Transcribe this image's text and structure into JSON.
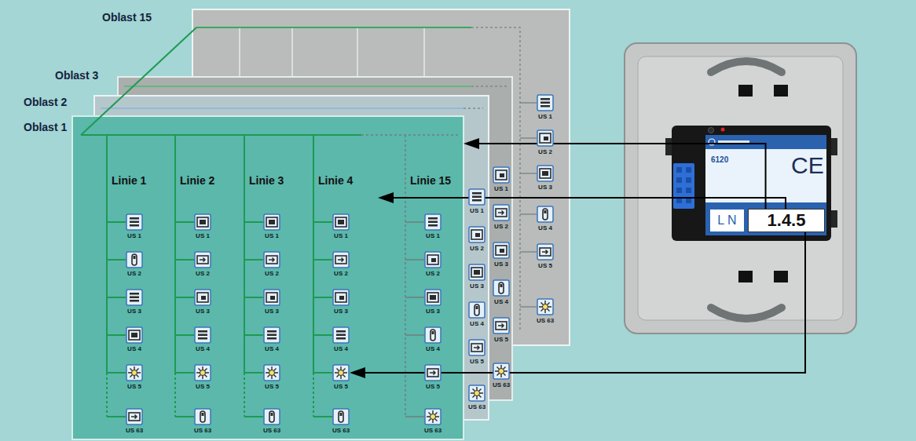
{
  "diagram": {
    "nodes": [
      {
        "text": [
          "Oblast 15"
        ]
      },
      {
        "text": [
          "Oblast 3"
        ]
      },
      {
        "text": [
          "Oblast 2"
        ]
      },
      {
        "text": [
          "Oblast 1"
        ]
      },
      {
        "text": [
          "Linie 1"
        ],
        "in": 3
      },
      {
        "text": [
          "Linie 2"
        ],
        "in": 3
      },
      {
        "text": [
          "Linie 3"
        ],
        "in": 3
      },
      {
        "text": [
          "Linie 4"
        ],
        "in": 3
      },
      {
        "text": [
          "Linie 15"
        ],
        "in": 3
      },
      {
        "text": [
          "US 1"
        ],
        "in": 4
      },
      {
        "text": [
          "US 2"
        ],
        "in": 4
      },
      {
        "text": [
          "US 3"
        ],
        "in": 4
      },
      {
        "text": [
          "US 4"
        ],
        "in": 4
      },
      {
        "text": [
          "US 5"
        ],
        "in": 4
      },
      {
        "text": [
          "US 63"
        ],
        "in": 4
      },
      {
        "text": [
          "US 1"
        ],
        "in": 5
      },
      {
        "text": [
          "US 2"
        ],
        "in": 5
      },
      {
        "text": [
          "US 3"
        ],
        "in": 5
      },
      {
        "text": [
          "US 4"
        ],
        "in": 5
      },
      {
        "text": [
          "US 5"
        ],
        "in": 5
      },
      {
        "text": [
          "US 63"
        ],
        "in": 5
      },
      {
        "text": [
          "US 1"
        ],
        "in": 6
      },
      {
        "text": [
          "US 2"
        ],
        "in": 6
      },
      {
        "text": [
          "US 3"
        ],
        "in": 6
      },
      {
        "text": [
          "US 4"
        ],
        "in": 6
      },
      {
        "text": [
          "US 5"
        ],
        "in": 6
      },
      {
        "text": [
          "US 63"
        ],
        "in": 6
      },
      {
        "text": [
          "US 1"
        ],
        "in": 7
      },
      {
        "text": [
          "US 2"
        ],
        "in": 7
      },
      {
        "text": [
          "US 3"
        ],
        "in": 7
      },
      {
        "text": [
          "US 4"
        ],
        "in": 7
      },
      {
        "text": [
          "US 5"
        ],
        "in": 7
      },
      {
        "text": [
          "US 63"
        ],
        "in": 7
      },
      {
        "text": [
          "US 1"
        ],
        "in": 8
      },
      {
        "text": [
          "US 2"
        ],
        "in": 8
      },
      {
        "text": [
          "US 3"
        ],
        "in": 8
      },
      {
        "text": [
          "US 4"
        ],
        "in": 8
      },
      {
        "text": [
          "US 5"
        ],
        "in": 8
      },
      {
        "text": [
          "US 63"
        ],
        "in": 8
      },
      {
        "text": [
          "US 1"
        ],
        "in": 0
      },
      {
        "text": [
          "US 2"
        ],
        "in": 0
      },
      {
        "text": [
          "US 3"
        ],
        "in": 0
      },
      {
        "text": [
          "US 4"
        ],
        "in": 0
      },
      {
        "text": [
          "US 5"
        ],
        "in": 0
      },
      {
        "text": [
          "US 63"
        ],
        "in": 0
      },
      {
        "text": [
          "US 1"
        ],
        "in": 1
      },
      {
        "text": [
          "US 2"
        ],
        "in": 1
      },
      {
        "text": [
          "US 3"
        ],
        "in": 1
      },
      {
        "text": [
          "US 4"
        ],
        "in": 1
      },
      {
        "text": [
          "US 5"
        ],
        "in": 1
      },
      {
        "text": [
          "US 63"
        ],
        "in": 1
      },
      {
        "text": [
          "US 1"
        ],
        "in": 2
      },
      {
        "text": [
          "US 2"
        ],
        "in": 2
      },
      {
        "text": [
          "US 3"
        ],
        "in": 2
      },
      {
        "text": [
          "US 4"
        ],
        "in": 2
      },
      {
        "text": [
          "US 5"
        ],
        "in": 2
      },
      {
        "text": [
          "US 63"
        ],
        "in": 2
      },
      {
        "text": [
          "6120",
          "CE"
        ]
      },
      {
        "text": [
          "L N"
        ],
        "in": 57
      },
      {
        "text": [
          "1.4.5"
        ],
        "in": 57
      }
    ],
    "edges": [
      {
        "from": 59,
        "to": 3,
        "arrow": "to"
      },
      {
        "from": 59,
        "to": 7,
        "arrow": "to"
      },
      {
        "from": 59,
        "to": 31,
        "arrow": "to"
      }
    ]
  }
}
